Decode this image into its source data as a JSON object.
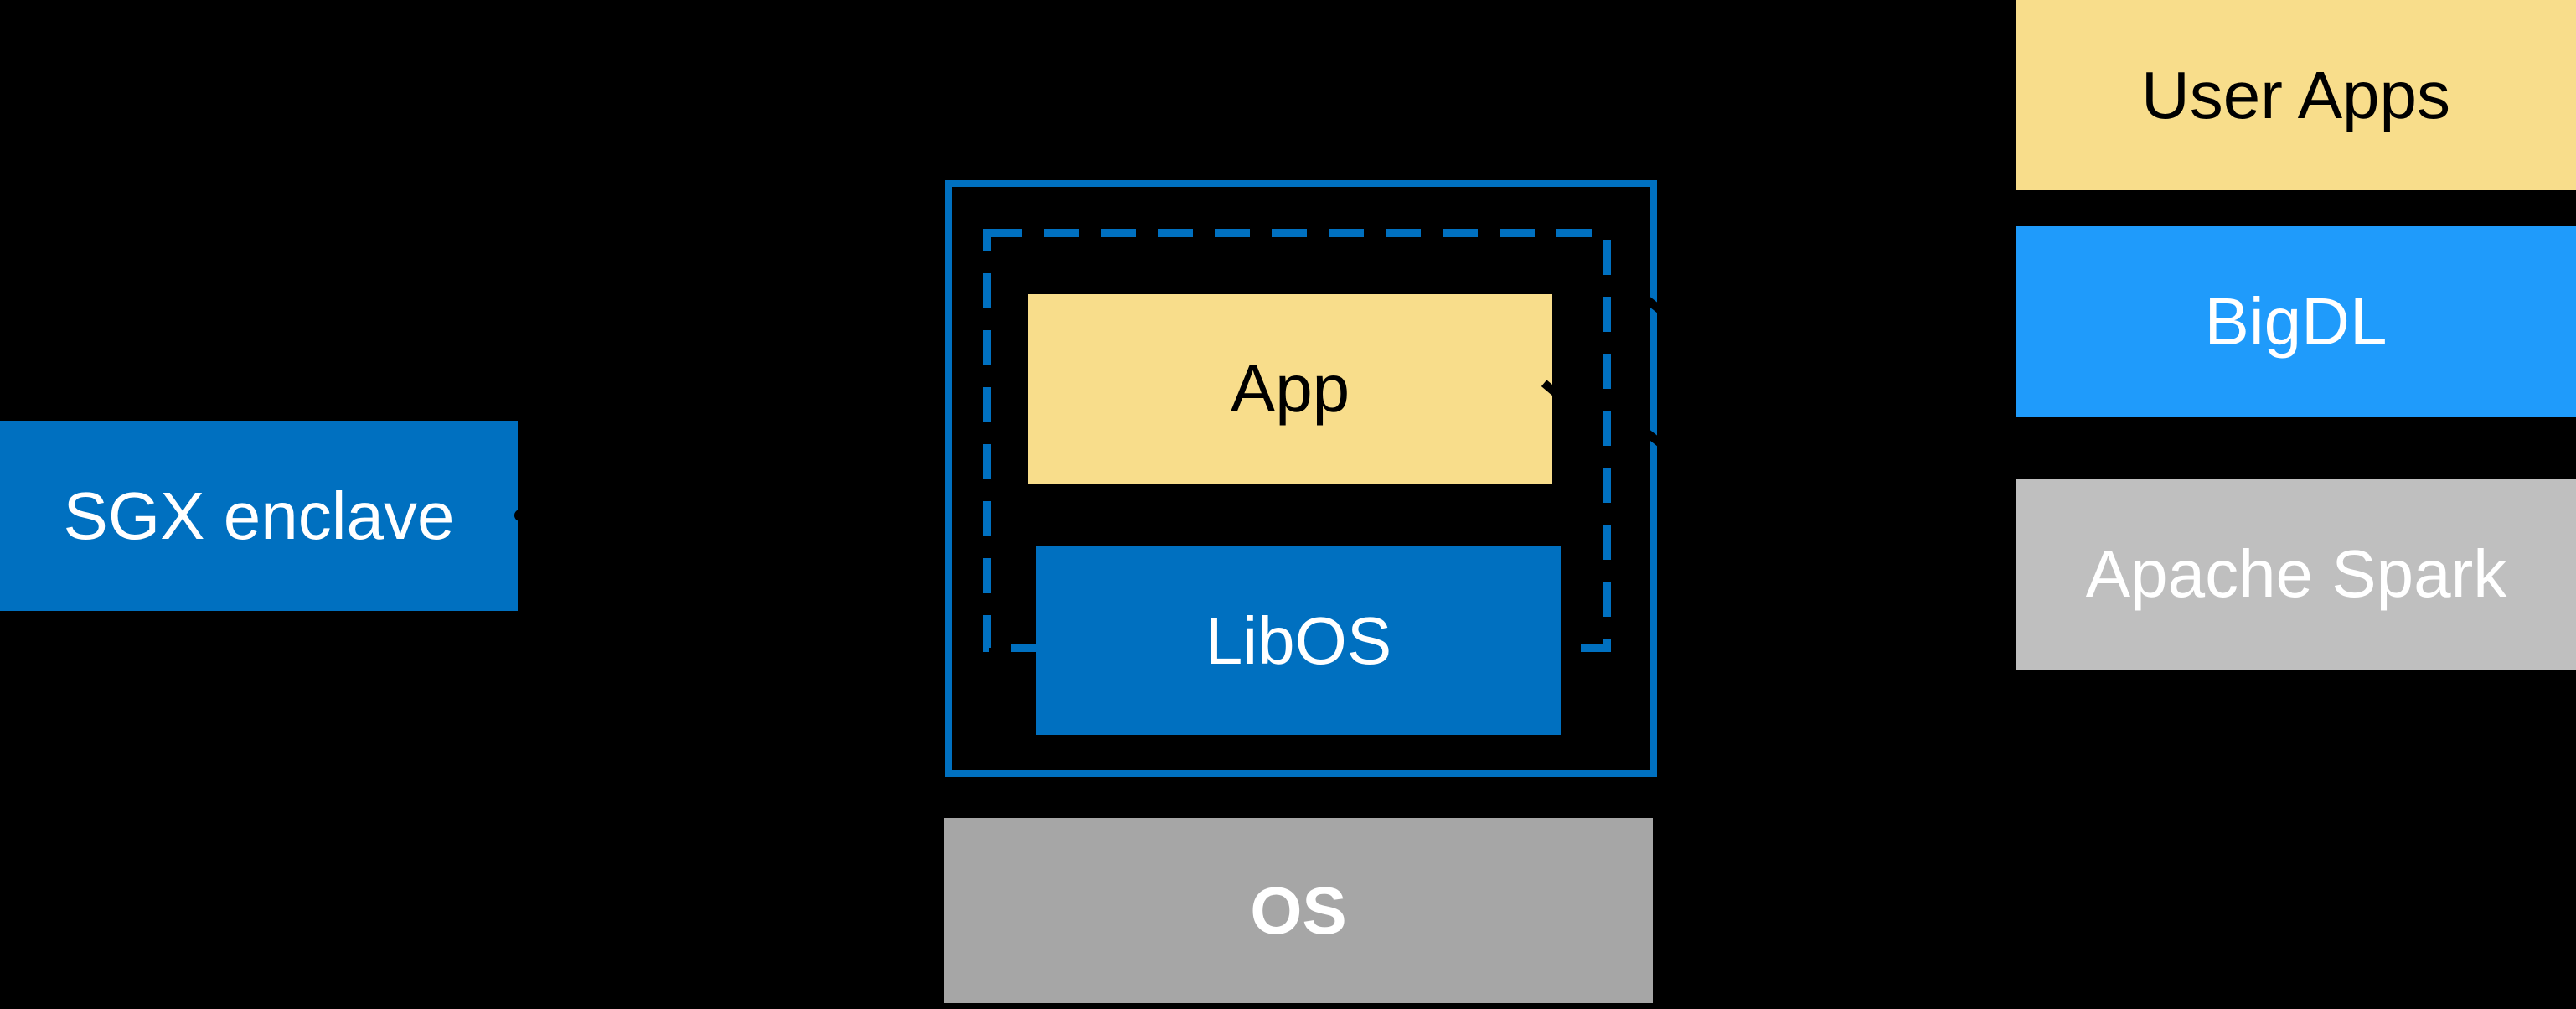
{
  "diagram": {
    "background_color": "#000000",
    "palette": {
      "dark_blue": "#0070C0",
      "bright_blue": "#1F9BFB",
      "soft_yellow": "#F8DD8B",
      "medium_gray": "#A6A6A6",
      "light_gray": "#BFBFBF",
      "white": "#FFFFFF",
      "black": "#000000"
    },
    "sgx": {
      "label": "SGX enclave"
    },
    "enclave": {
      "app": {
        "label": "App"
      },
      "libos": {
        "label": "LibOS"
      }
    },
    "os": {
      "label": "OS"
    },
    "stack": {
      "user_apps": {
        "label": "User Apps"
      },
      "bigdl": {
        "label": "BigDL"
      },
      "apache_spark": {
        "label": "Apache Spark"
      }
    }
  }
}
